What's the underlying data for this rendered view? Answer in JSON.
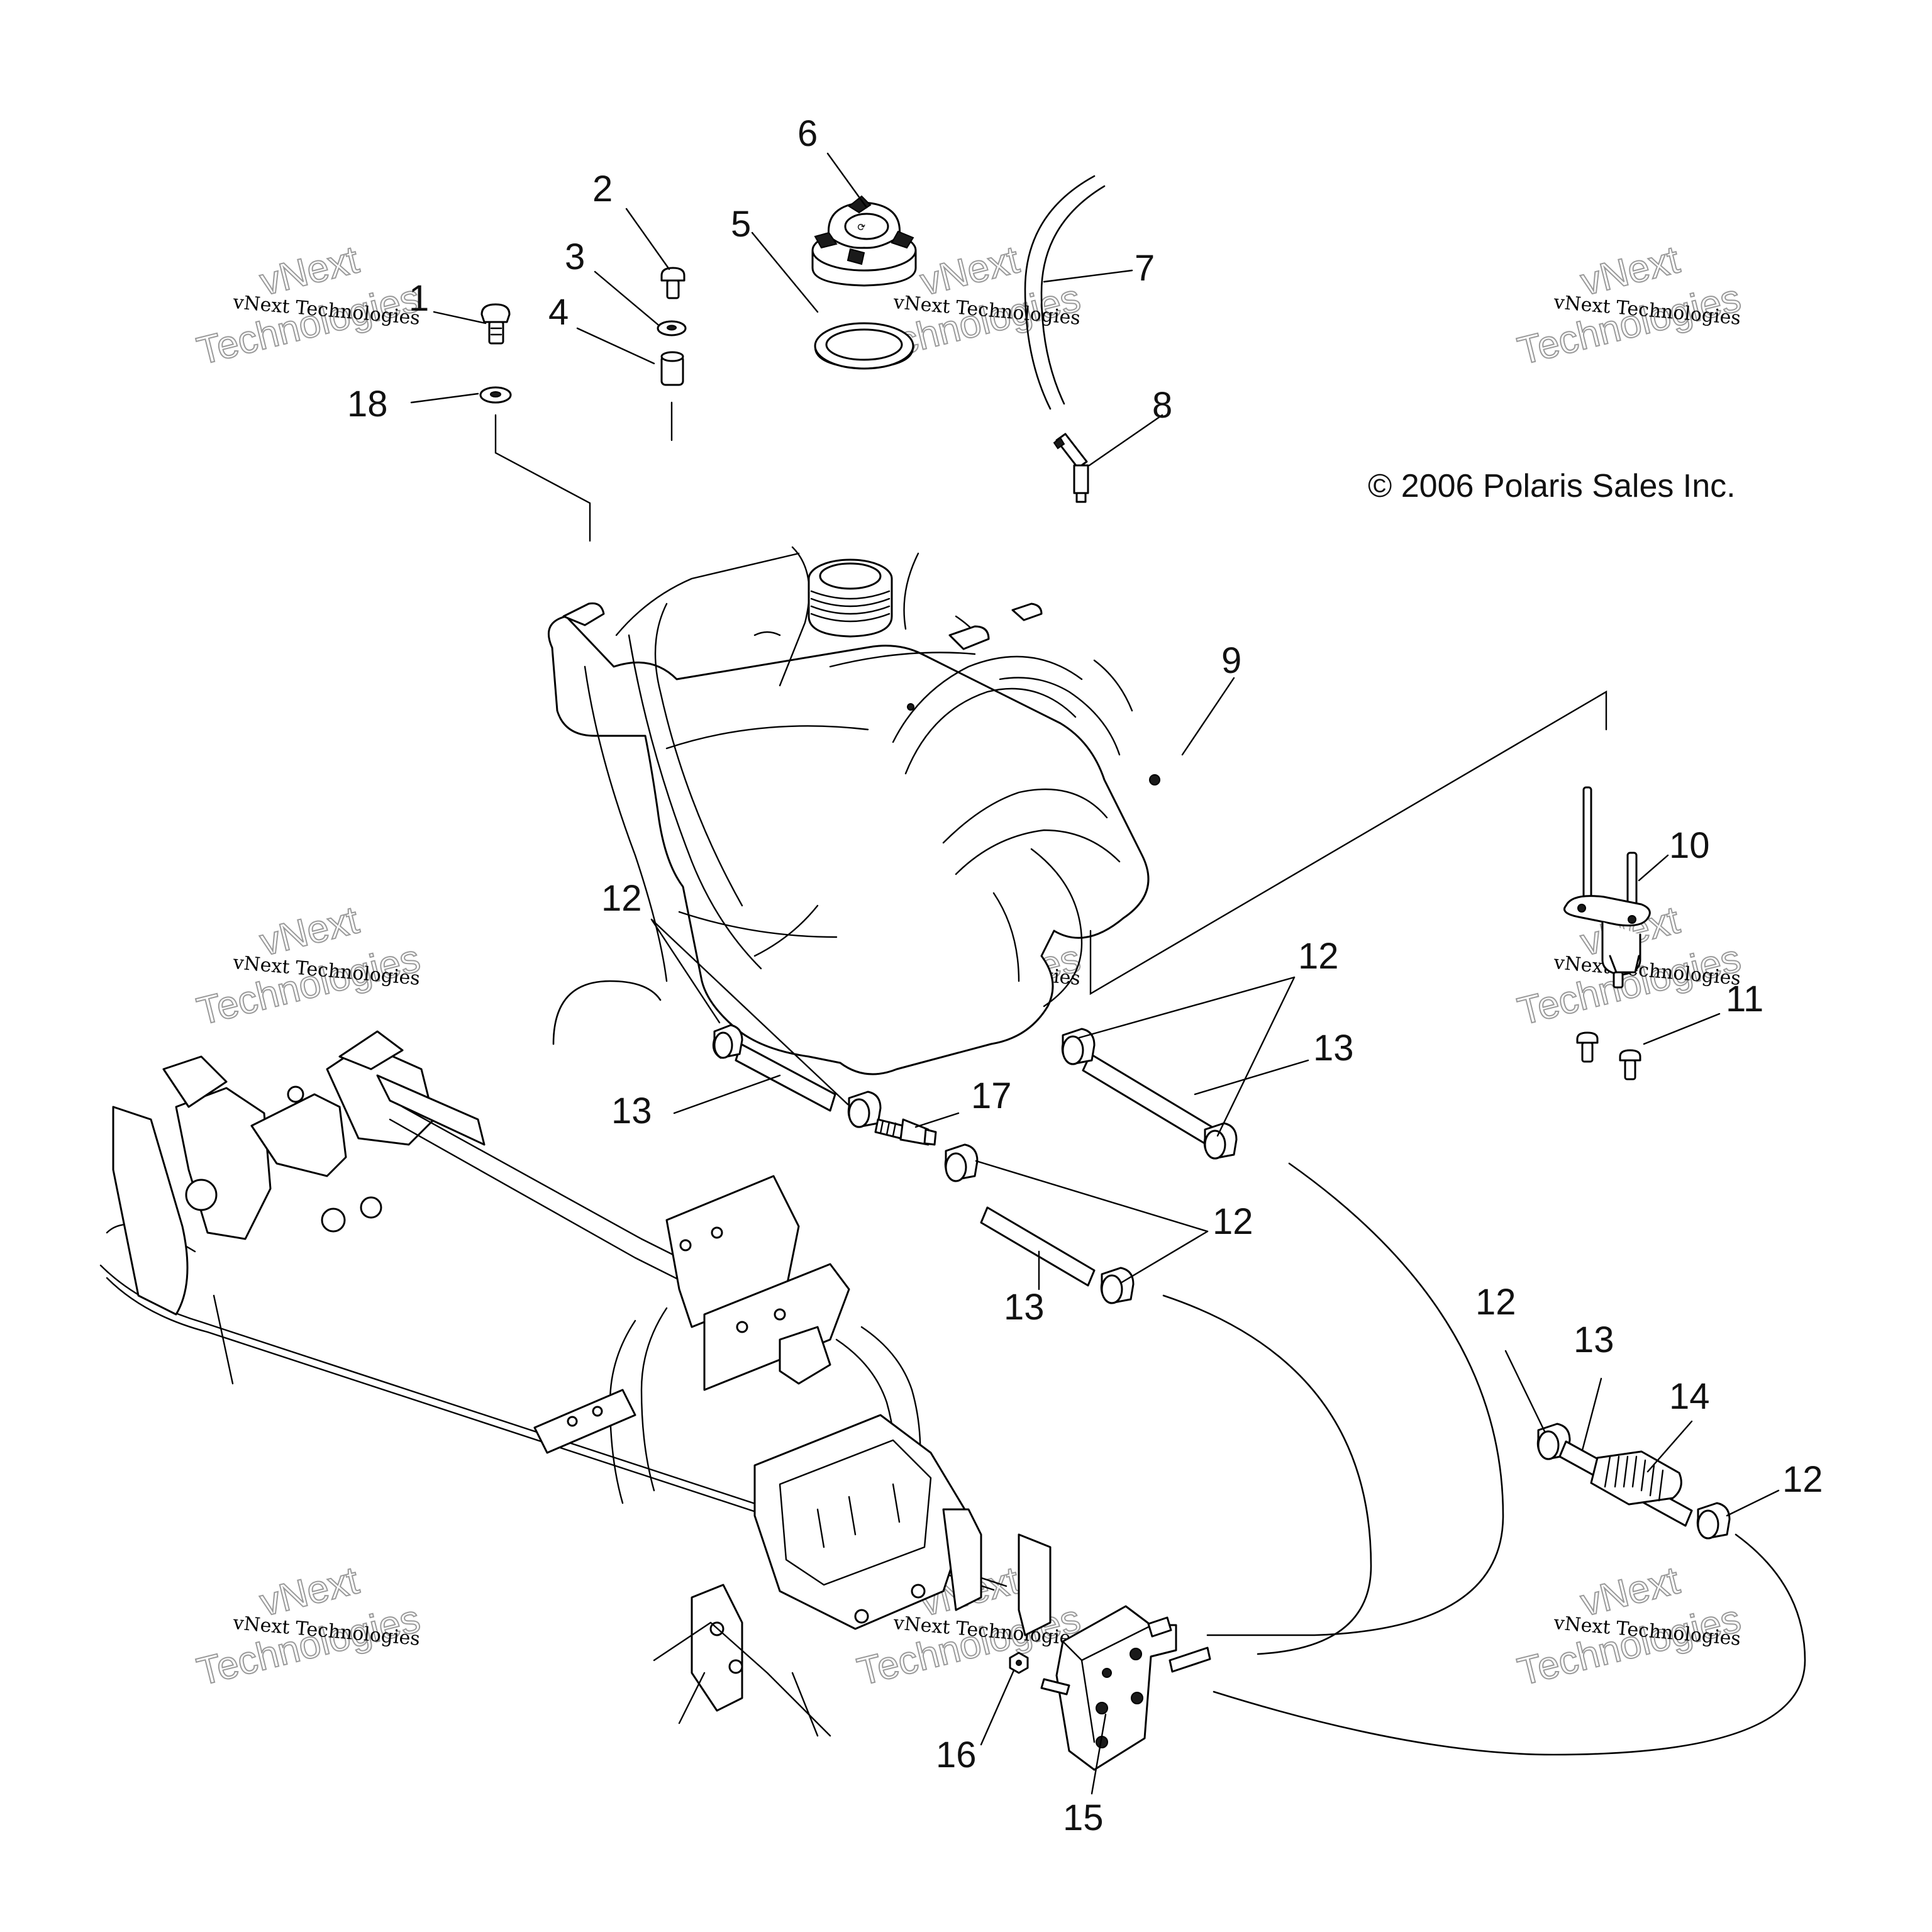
{
  "copyright": "© 2006 Polaris Sales Inc.",
  "watermark": {
    "line1": "vNext Technologies",
    "line2": "vNext",
    "line3": "Technologies"
  },
  "callouts": {
    "c1": "1",
    "c2": "2",
    "c3": "3",
    "c4": "4",
    "c5": "5",
    "c6": "6",
    "c7": "7",
    "c8": "8",
    "c9": "9",
    "c10": "10",
    "c11": "11",
    "c12a": "12",
    "c12b": "12",
    "c12c": "12",
    "c12d": "12",
    "c12e": "12",
    "c13a": "13",
    "c13b": "13",
    "c13c": "13",
    "c13d": "13",
    "c14": "14",
    "c15": "15",
    "c16": "16",
    "c17": "17",
    "c18": "18"
  },
  "colors": {
    "ink": "#000000",
    "watermark": "#9a9a9a",
    "background": "#ffffff"
  }
}
